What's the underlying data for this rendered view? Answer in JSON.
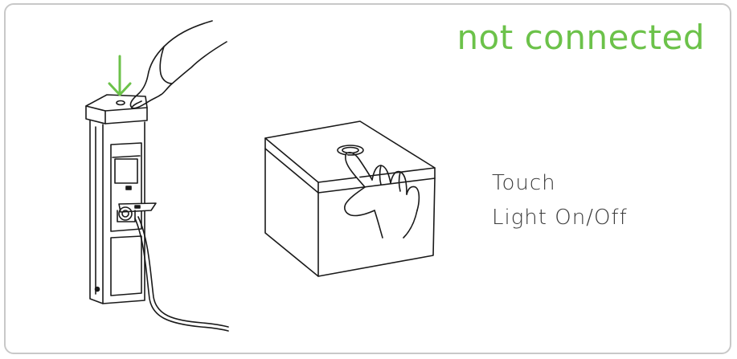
{
  "status": {
    "text": "not connected",
    "color": "#6cc24a"
  },
  "instruction": {
    "line1": "Touch",
    "line2": "Light On/Off"
  },
  "figure": {
    "pedestal_illustration": "power-pedestal-with-finger-press",
    "cube_illustration": "cube-lid-with-touch-button",
    "arrow_icon": "down-arrow-icon",
    "arrow_color": "#6cc24a",
    "line_color": "#1a1a1a"
  }
}
